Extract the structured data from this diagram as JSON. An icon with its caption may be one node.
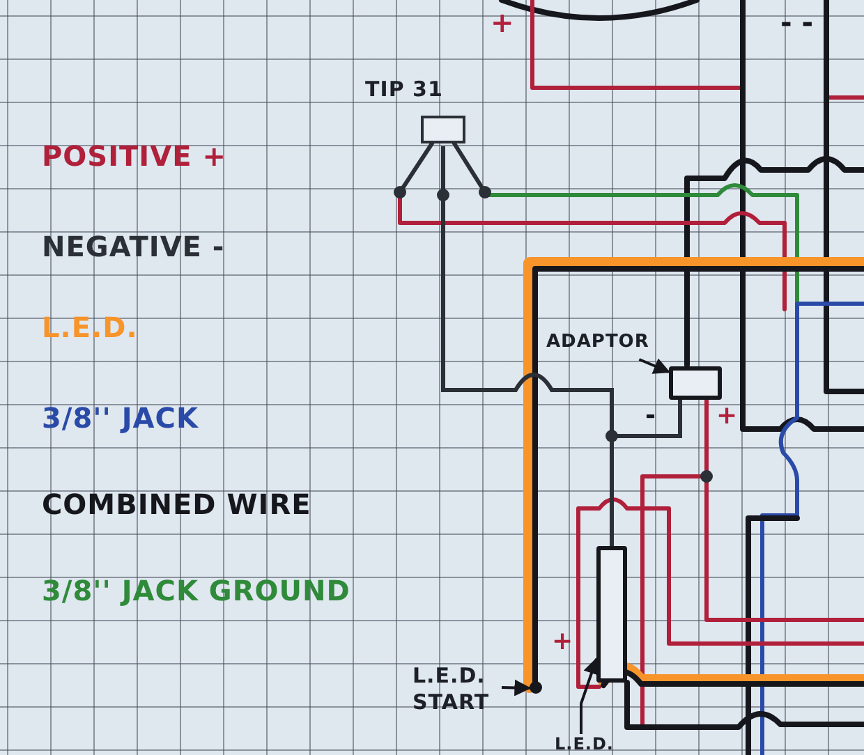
{
  "diagram": {
    "nodes": [
      {
        "text": [
          "TIP 31"
        ]
      },
      {
        "text": [],
        "shape": "box"
      },
      {
        "text": [
          "ADAPTOR"
        ]
      },
      {
        "text": [
          "L.E.D. START"
        ]
      },
      {
        "text": [],
        "shape": "circle"
      },
      {
        "text": [],
        "shape": "box"
      },
      {
        "text": [
          "L.E.D."
        ]
      }
    ],
    "edges": [
      {
        "from": 2,
        "to": 1,
        "arrow": "to"
      },
      {
        "from": 3,
        "to": 4,
        "arrow": "to"
      },
      {
        "from": 6,
        "to": 5,
        "arrow": "to"
      },
      {
        "from": 0,
        "to": 5,
        "arrow": "none"
      },
      {
        "from": 1,
        "to": 5,
        "arrow": "none"
      }
    ],
    "labels": [
      "+",
      "- -",
      "-",
      "+",
      "+"
    ],
    "legend": [
      {
        "text": "POSITIVE +",
        "color": "#b0203a"
      },
      {
        "text": "NEGATIVE -",
        "color": "#2b2f36"
      },
      {
        "text": "L.E.D.",
        "color": "#f7942a"
      },
      {
        "text": "3/8'' JACK",
        "color": "#2a4aa8"
      },
      {
        "text": "COMBINED WIRE",
        "color": "#15171c"
      },
      {
        "text": "3/8'' JACK GROUND",
        "color": "#2f8a3a"
      }
    ]
  }
}
